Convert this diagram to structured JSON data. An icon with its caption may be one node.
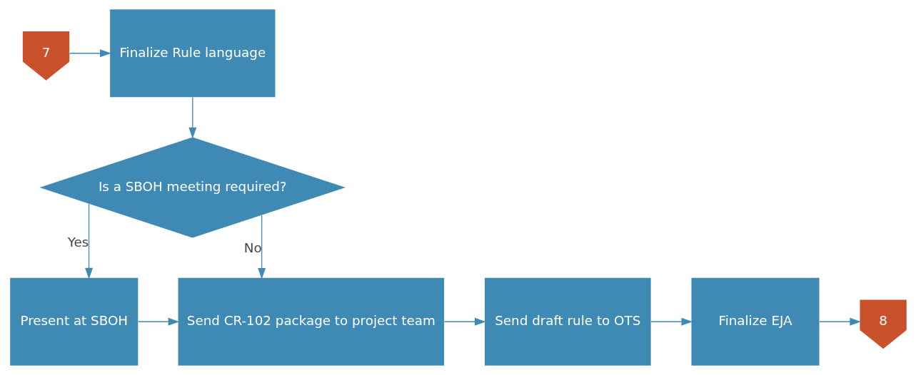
{
  "diagram": {
    "nodes": [
      {
        "text": [
          "7"
        ]
      },
      {
        "text": [
          "Finalize Rule language"
        ]
      },
      {
        "text": [
          "Is a SBOH meeting required?"
        ]
      },
      {
        "text": [
          "Present at SBOH"
        ]
      },
      {
        "text": [
          "Send CR-102 package to project team"
        ]
      },
      {
        "text": [
          "Send draft rule to OTS"
        ]
      },
      {
        "text": [
          "Finalize EJA"
        ]
      },
      {
        "text": [
          "8"
        ]
      }
    ],
    "edges": [
      {
        "from": 0,
        "to": 1,
        "arrow": "to"
      },
      {
        "from": 1,
        "to": 2,
        "arrow": "to"
      },
      {
        "from": 2,
        "to": 3,
        "arrow": "to",
        "label": "Yes"
      },
      {
        "from": 2,
        "to": 4,
        "arrow": "to",
        "label": "No"
      },
      {
        "from": 3,
        "to": 4,
        "arrow": "to"
      },
      {
        "from": 4,
        "to": 5,
        "arrow": "to"
      },
      {
        "from": 5,
        "to": 6,
        "arrow": "to"
      },
      {
        "from": 6,
        "to": 7,
        "arrow": "to"
      }
    ]
  }
}
